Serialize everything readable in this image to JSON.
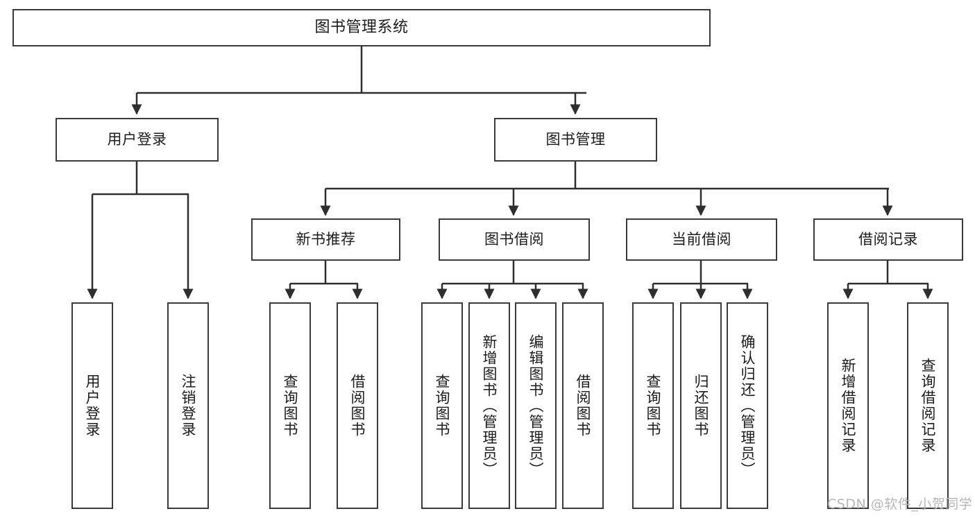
{
  "diagram": {
    "type": "tree-hierarchy",
    "title": "图书管理系统",
    "colors": {
      "box_border": "#3a3a3a",
      "box_fill": "#ffffff",
      "edge": "#2e2e2e",
      "text": "#1b1b1b",
      "watermark": "#b6b6b6",
      "canvas": "#ffffff"
    },
    "root": {
      "id": "root",
      "label": "图书管理系统",
      "orientation": "horizontal"
    },
    "level2": [
      {
        "id": "user-login",
        "label": "用户登录",
        "orientation": "horizontal"
      },
      {
        "id": "book-manage",
        "label": "图书管理",
        "orientation": "horizontal"
      }
    ],
    "level3": [
      {
        "id": "new-book-recommend",
        "label": "新书推荐",
        "orientation": "horizontal",
        "parent": "book-manage"
      },
      {
        "id": "book-borrow",
        "label": "图书借阅",
        "orientation": "horizontal",
        "parent": "book-manage"
      },
      {
        "id": "current-borrow",
        "label": "当前借阅",
        "orientation": "horizontal",
        "parent": "book-manage"
      },
      {
        "id": "borrow-record",
        "label": "借阅记录",
        "orientation": "horizontal",
        "parent": "book-manage"
      }
    ],
    "leaves": [
      {
        "id": "leaf-user-login",
        "label": "用户登录",
        "orientation": "vertical",
        "parent": "user-login"
      },
      {
        "id": "leaf-logout-login",
        "label": "注销登录",
        "orientation": "vertical",
        "parent": "user-login"
      },
      {
        "id": "leaf-query-book-1",
        "label": "查询图书",
        "orientation": "vertical",
        "parent": "new-book-recommend"
      },
      {
        "id": "leaf-borrow-book-1",
        "label": "借阅图书",
        "orientation": "vertical",
        "parent": "new-book-recommend"
      },
      {
        "id": "leaf-query-book-2",
        "label": "查询图书",
        "orientation": "vertical",
        "parent": "book-borrow"
      },
      {
        "id": "leaf-add-book-admin",
        "label": "新增图书（管理员）",
        "orientation": "vertical",
        "parent": "book-borrow"
      },
      {
        "id": "leaf-edit-book-admin",
        "label": "编辑图书（管理员）",
        "orientation": "vertical",
        "parent": "book-borrow"
      },
      {
        "id": "leaf-borrow-book-2",
        "label": "借阅图书",
        "orientation": "vertical",
        "parent": "book-borrow"
      },
      {
        "id": "leaf-query-book-3",
        "label": "查询图书",
        "orientation": "vertical",
        "parent": "current-borrow"
      },
      {
        "id": "leaf-return-book",
        "label": "归还图书",
        "orientation": "vertical",
        "parent": "current-borrow"
      },
      {
        "id": "leaf-confirm-return-admin",
        "label": "确认归还（管理员）",
        "orientation": "vertical",
        "parent": "current-borrow"
      },
      {
        "id": "leaf-add-borrow-record",
        "label": "新增借阅记录",
        "orientation": "vertical",
        "parent": "borrow-record"
      },
      {
        "id": "leaf-query-borrow-record",
        "label": "查询借阅记录",
        "orientation": "vertical",
        "parent": "borrow-record"
      }
    ]
  },
  "watermark": {
    "text": "CSDN @软件_小贺同学"
  }
}
